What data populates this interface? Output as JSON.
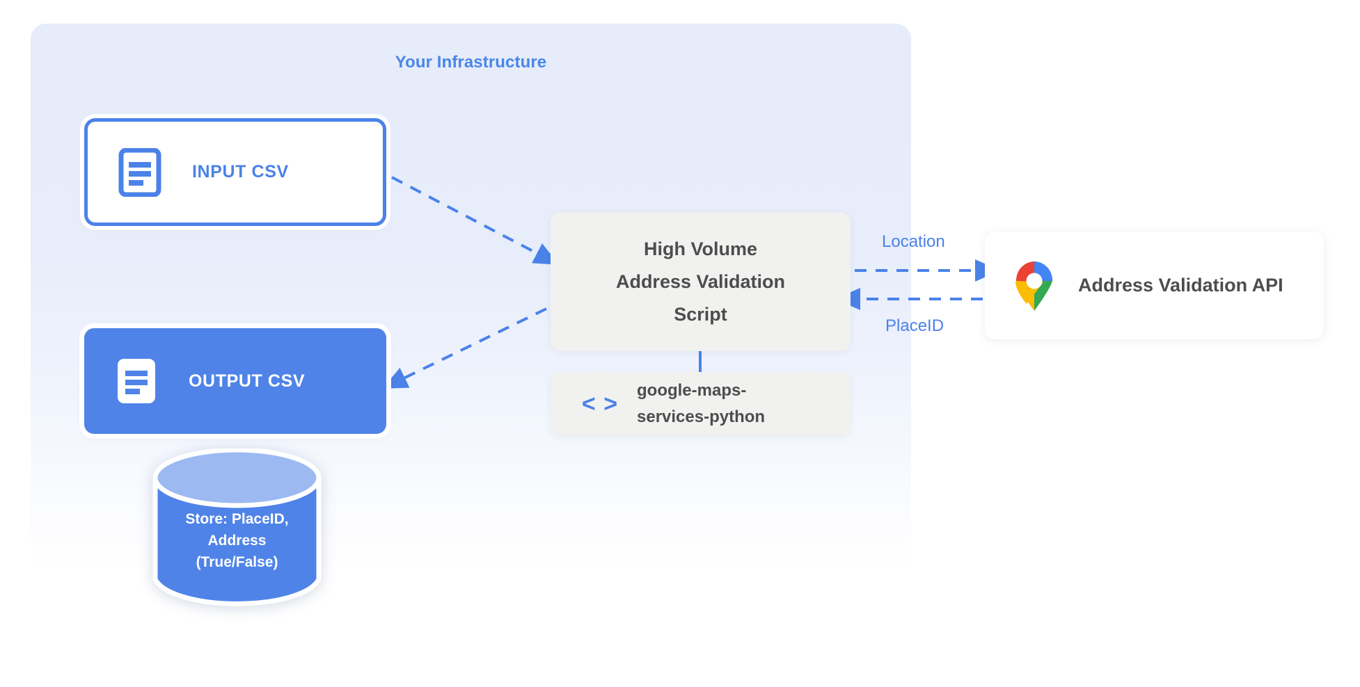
{
  "panel": {
    "title": "Your Infrastructure",
    "accent_color": "#4a82e8",
    "background_color": "#e6ecfa"
  },
  "nodes": {
    "input_csv": {
      "label": "INPUT CSV",
      "icon": "document-icon",
      "fill": "#ffffff",
      "border_color": "#4a82e8",
      "text_color": "#4a82e8"
    },
    "output_csv": {
      "label": "OUTPUT CSV",
      "icon": "document-icon",
      "fill": "#4f83e8",
      "text_color": "#ffffff"
    },
    "script": {
      "line1": "High Volume",
      "line2": "Address Validation",
      "line3": "Script",
      "fill": "#f1f1f0",
      "text_color": "#4d4d4d"
    },
    "library": {
      "icon": "code-brackets-icon",
      "icon_glyph": "< >",
      "line1": "google-maps-",
      "line2": "services-python",
      "fill": "#f1f1f0",
      "text_color": "#4d4d4d"
    },
    "api": {
      "label": "Address Validation API",
      "icon": "google-maps-pin-icon",
      "fill": "#ffffff",
      "text_color": "#4d4d4d"
    },
    "database": {
      "line1": "Store: PlaceID,",
      "line2": "Address",
      "line3": "(True/False)",
      "fill": "#4f83e8",
      "top_fill": "#9cb9f2",
      "text_color": "#ffffff"
    }
  },
  "edges": {
    "location_label": "Location",
    "placeid_label": "PlaceID",
    "stroke_color": "#4a82e8",
    "style": "dashed"
  }
}
